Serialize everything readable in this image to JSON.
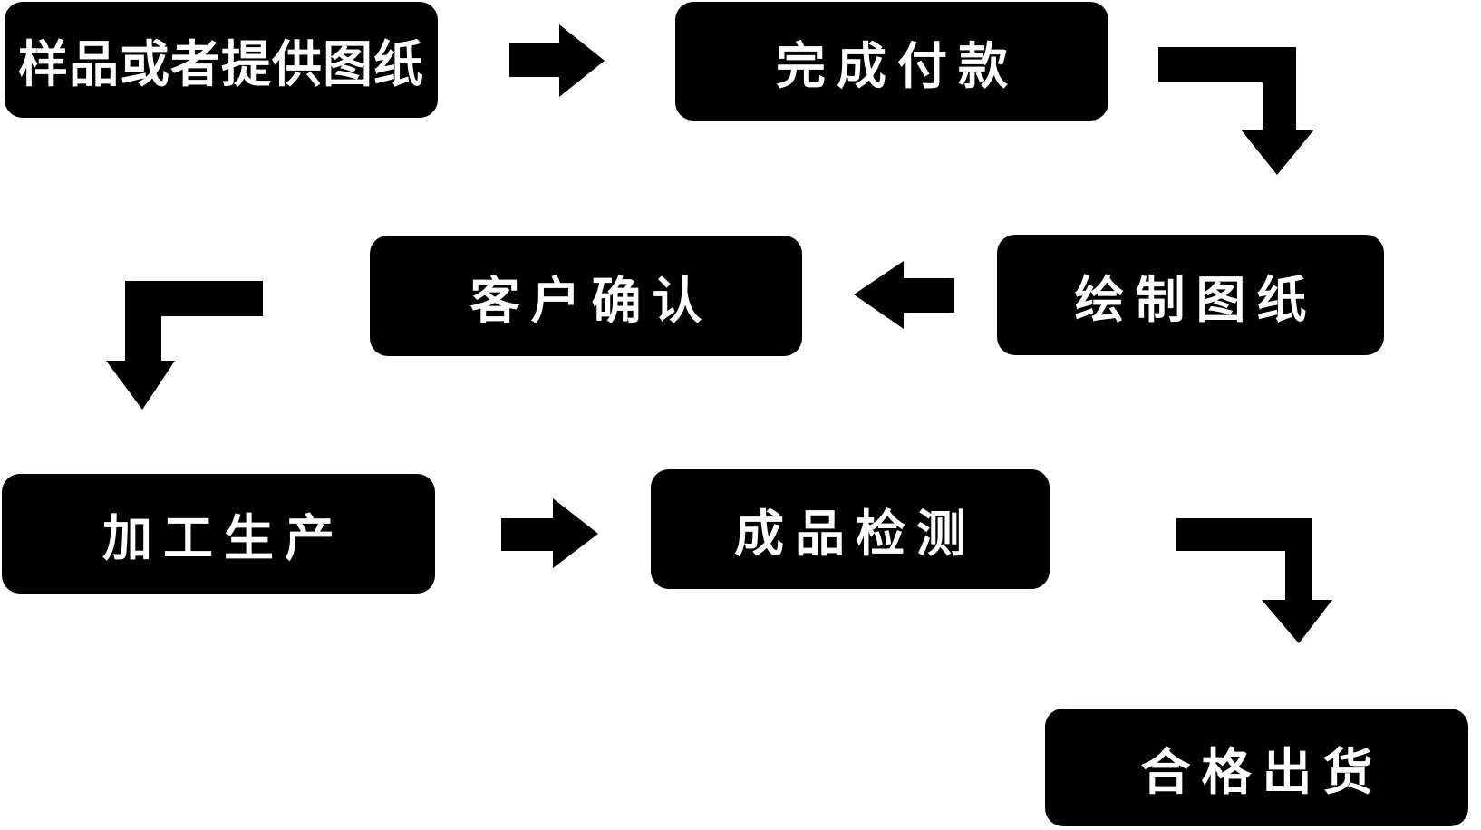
{
  "background": "#ffffff",
  "colors": {
    "node_bg": "#000000",
    "node_text": "#ffffff",
    "arrow": "#000000"
  },
  "nodes": [
    {
      "id": "sample",
      "label": "样品或者提供图纸"
    },
    {
      "id": "payment",
      "label": "完成付款"
    },
    {
      "id": "drawing",
      "label": "绘制图纸"
    },
    {
      "id": "confirm",
      "label": "客户确认"
    },
    {
      "id": "production",
      "label": "加工生产"
    },
    {
      "id": "inspection",
      "label": "成品检测"
    },
    {
      "id": "shipment",
      "label": "合格出货"
    }
  ],
  "edges": [
    {
      "from": "sample",
      "to": "payment",
      "direction": "right"
    },
    {
      "from": "payment",
      "to": "drawing",
      "direction": "right-then-down"
    },
    {
      "from": "drawing",
      "to": "confirm",
      "direction": "left"
    },
    {
      "from": "confirm",
      "to": "production",
      "direction": "left-then-down"
    },
    {
      "from": "production",
      "to": "inspection",
      "direction": "right"
    },
    {
      "from": "inspection",
      "to": "shipment",
      "direction": "right-then-down"
    }
  ]
}
